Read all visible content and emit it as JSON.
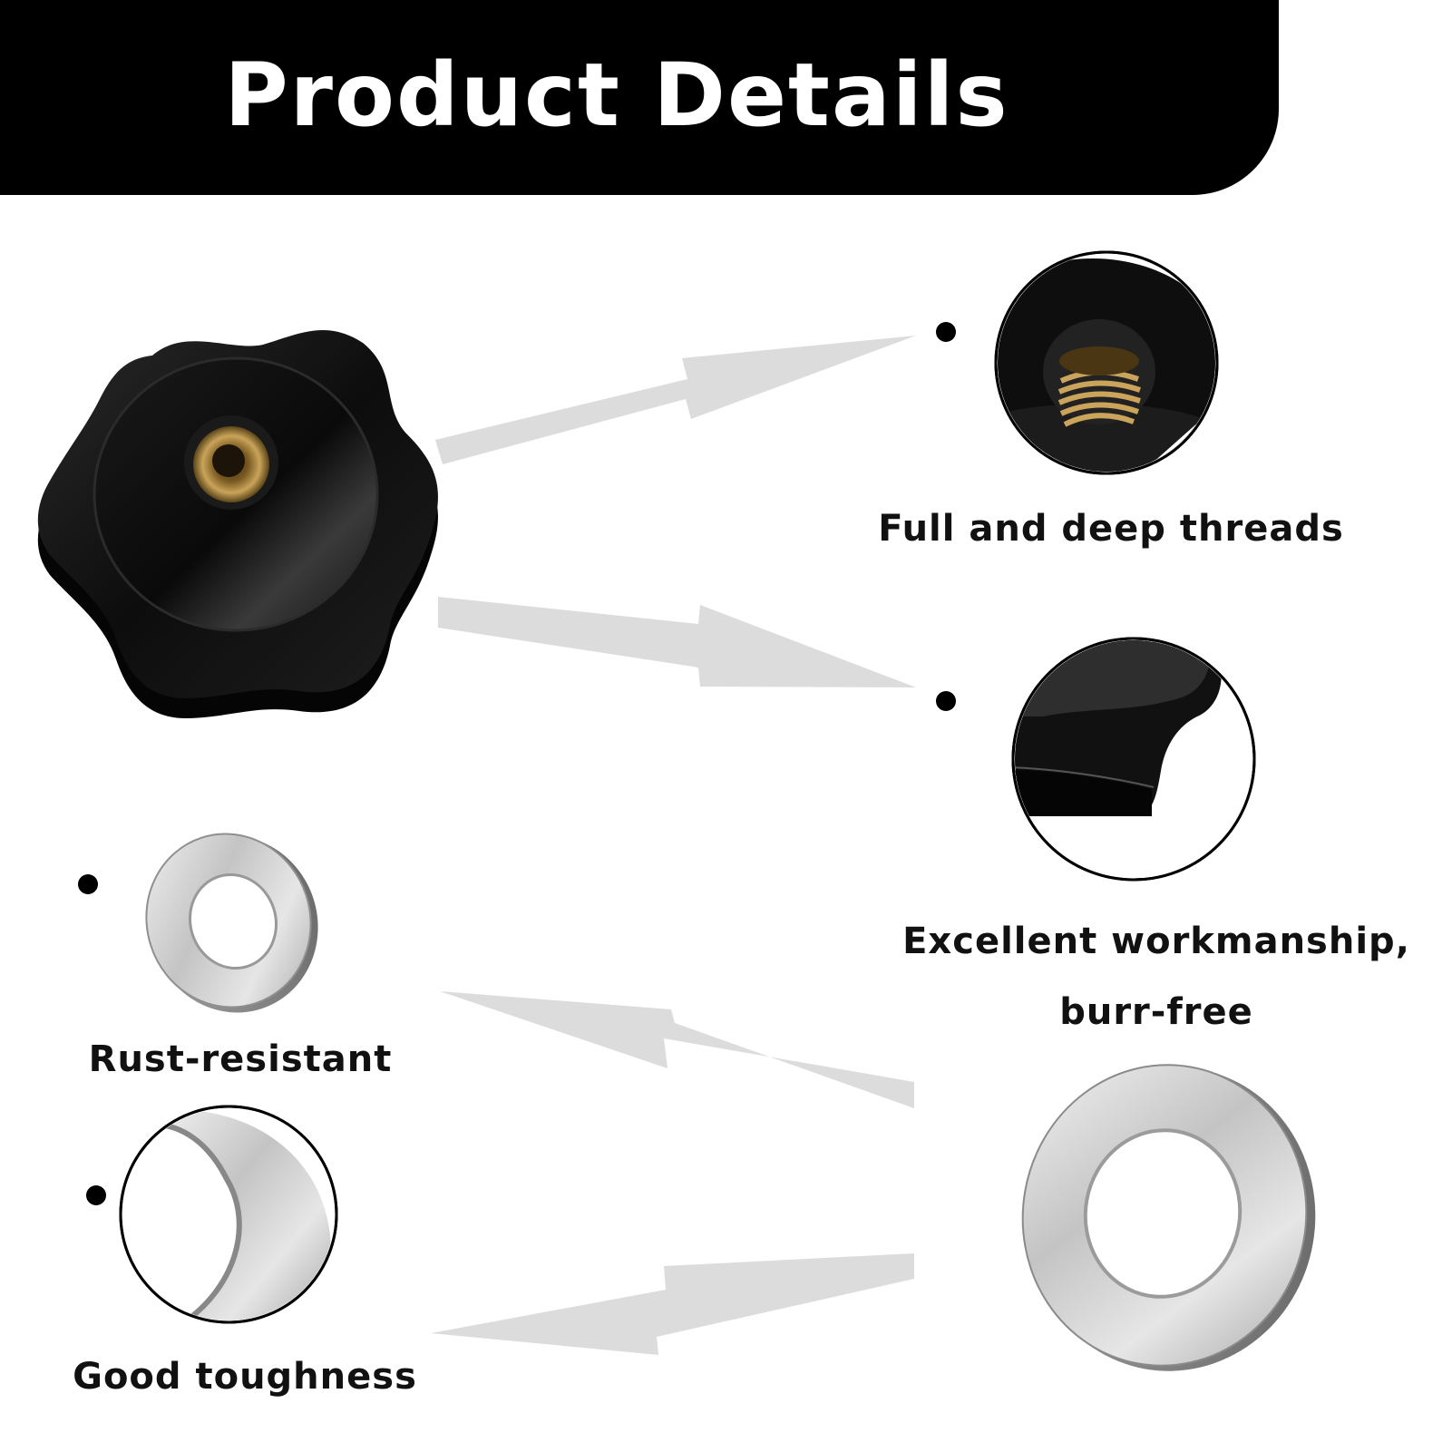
{
  "header": {
    "title": "Product Details"
  },
  "features": {
    "threads": "Full and deep threads",
    "workmanship_line1": "Excellent workmanship,",
    "workmanship_line2": "burr-free",
    "rust": "Rust-resistant",
    "toughness": "Good toughness"
  },
  "colors": {
    "banner": "#000000",
    "arrow": "#dcdcdc",
    "knob": "#0b0b0b",
    "brass": "#b8924a",
    "steel": "#c9c9c9"
  },
  "icons": [
    "star-knob",
    "brass-insert",
    "flat-washer",
    "detail-magnifier",
    "bullet-dot",
    "arrow"
  ]
}
